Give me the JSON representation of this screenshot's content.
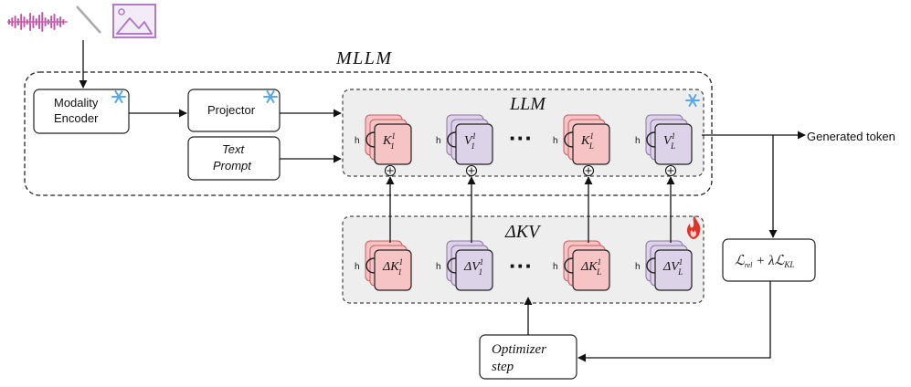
{
  "mllm_label": "MLLM",
  "llm_label": "LLM",
  "delta_label": "ΔKV",
  "modality_encoder": {
    "line1": "Modality",
    "line2": "Encoder"
  },
  "projector": "Projector",
  "text_prompt": {
    "line1": "Text",
    "line2": "Prompt"
  },
  "output_label": "Generated token",
  "loss": {
    "main1": "ℒ",
    "sub1": "rel",
    "mid": " + λℒ",
    "sub2": "KL"
  },
  "optimizer": {
    "line1": "Optimizer",
    "line2": "step"
  },
  "h_label": "h",
  "ellipsis": "···",
  "llm_cells": [
    {
      "base": "K",
      "sub": "1",
      "sup": "1",
      "type": "K"
    },
    {
      "base": "V",
      "sub": "1",
      "sup": "1",
      "type": "V"
    },
    {
      "base": "K",
      "sub": "L",
      "sup": "1",
      "type": "K"
    },
    {
      "base": "V",
      "sub": "L",
      "sup": "1",
      "type": "V"
    }
  ],
  "delta_cells": [
    {
      "base": "ΔK",
      "sub": "1",
      "sup": "1",
      "type": "K"
    },
    {
      "base": "ΔV",
      "sub": "1",
      "sup": "1",
      "type": "V"
    },
    {
      "base": "ΔK",
      "sub": "L",
      "sup": "1",
      "type": "K"
    },
    {
      "base": "ΔV",
      "sub": "L",
      "sup": "1",
      "type": "V"
    }
  ],
  "icons": {
    "frozen": "snowflake-icon",
    "trainable": "flame-icon",
    "inputs": [
      "audio-waveform-icon",
      "text-stroke-icon",
      "image-icon"
    ]
  },
  "colors": {
    "k_fill": "#f6c4c4",
    "k_stroke": "#c86060",
    "v_fill": "#ddd3e8",
    "v_stroke": "#8a74a6",
    "panel_fill": "#eeeeee",
    "snowflake": "#5aa7e6",
    "flame": "#e0342a",
    "waveform": "#c456a6",
    "image_icon": "#b07cc6"
  }
}
